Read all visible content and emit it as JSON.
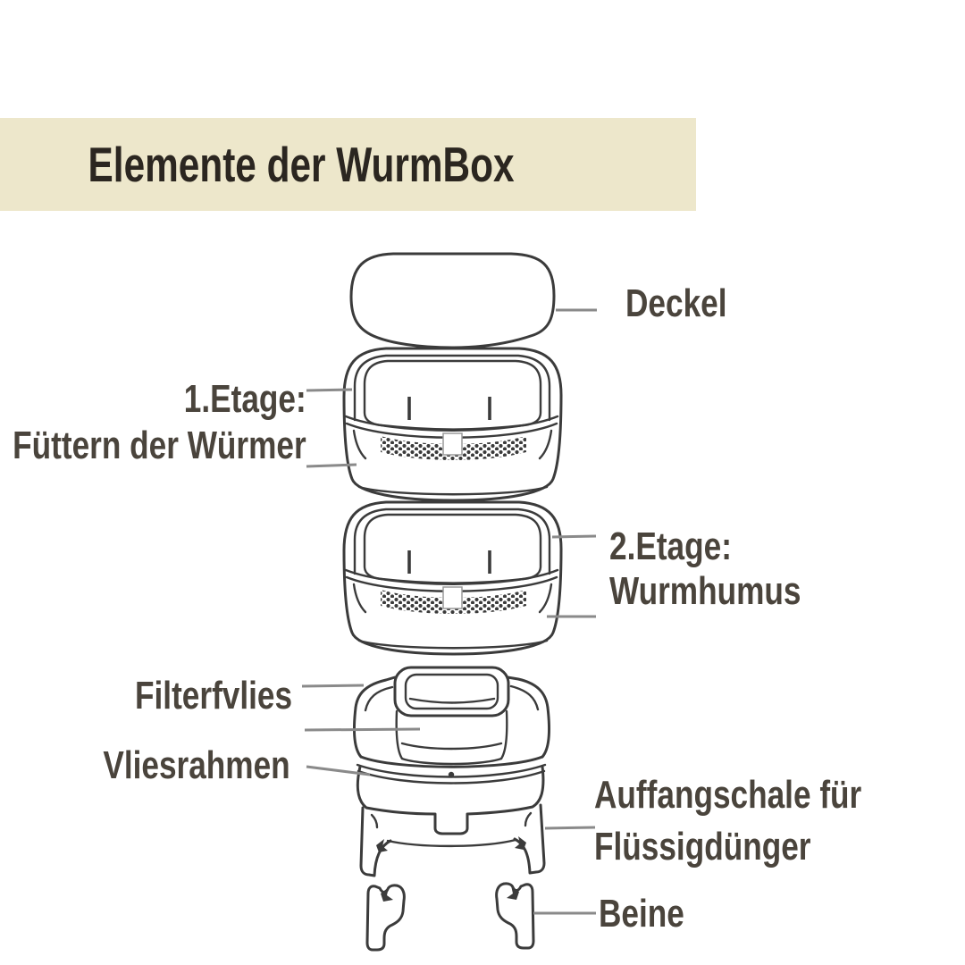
{
  "title": "Elemente der WurmBox",
  "labels": {
    "deckel": "Deckel",
    "etage1_line1": "1.Etage:",
    "etage1_line2": "Füttern der Würmer",
    "etage2_line1": "2.Etage:",
    "etage2_line2": "Wurmhumus",
    "filterfvlies": "Filterfvlies",
    "vliesrahmen": "Vliesrahmen",
    "auffangschale_line1": "Auffangschale für",
    "auffangschale_line2": "Flüssigdünger",
    "beine": "Beine"
  },
  "colors": {
    "banner_bg": "#EDE7CB",
    "title_text": "#2B2620",
    "label_text": "#4A443C",
    "leader_line": "#8A8A8A",
    "drawing_line": "#3B3B3B"
  }
}
